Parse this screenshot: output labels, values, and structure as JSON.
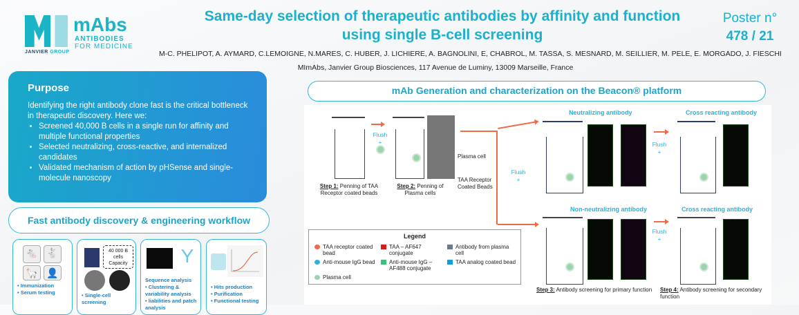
{
  "logo": {
    "mark": "MI",
    "name": "mAbs",
    "tagline1": "ANTIBODIES",
    "tagline2": "FOR MEDICINE",
    "group1": "JANVIER",
    "group2": "GROUP"
  },
  "header": {
    "title_line1": "Same-day selection of therapeutic antibodies by affinity and function",
    "title_line2": "using single B-cell screening",
    "poster_label": "Poster n°",
    "poster_number": "478 / 21",
    "authors": "M-C. PHELIPOT, A. AYMARD, C.LEMOIGNE, N.MARES, C. HUBER, J. LICHIERE, A. BAGNOLINI, E, CHABROL, M. TASSA, S. MESNARD, M. SEILLIER,  M. PELE, E. MORGADO, J. FIESCHI",
    "affiliation": "MImAbs, Janvier Group Biosciences, 117 Avenue de Luminy, 13009 Marseille, France"
  },
  "purpose": {
    "title": "Purpose",
    "intro": "Identifying the right antibody clone fast is the critical bottleneck in therapeutic discovery. Here we:",
    "bullets": [
      "Screened 40,000 B cells in a single run for affinity and multiple functional properties",
      "Selected neutralizing, cross-reactive, and internalized candidates",
      "Validated mechanism of action by pHSense and single-molecule nanoscopy"
    ]
  },
  "workflow": {
    "title": "Fast antibody discovery & engineering workflow",
    "cards": [
      {
        "items": [
          "Immunization",
          "Serum testing"
        ]
      },
      {
        "capacity": "40 000 B cells Capacity",
        "items": [
          "Single-cell screening"
        ]
      },
      {
        "heading": "Sequence analysis",
        "items": [
          "Clustering & variability analysis",
          "liabilities and patch analysis"
        ]
      },
      {
        "items": [
          "Hits production",
          "Purification",
          "Functional testing"
        ]
      }
    ]
  },
  "diagram": {
    "title": "mAb Generation and characterization on the Beacon® platform",
    "flush": "Flush",
    "plus": "+",
    "step1_label": "Step 1:",
    "step1_text": "Penning of TAA Receptor coated beads",
    "step2_label": "Step 2:",
    "step2_text": "Penning of Plasma cells",
    "plasma_cell": "Plasma cell",
    "taa_beads": "TAA Receptor Coated Beads",
    "neutralizing": "Neutralizing antibody",
    "non_neutralizing": "Non-neutralizing antibody",
    "cross_reacting": "Cross reacting antibody",
    "step3_label": "Step 3:",
    "step3_text": "Antibody screening for primary function",
    "step4_label": "Step 4:",
    "step4_text": "Antibody screening for secondary function",
    "legend": {
      "title": "Legend",
      "items": [
        "TAA receptor coated bead",
        "TAA – AF647 conjugate",
        "Antibody from plasma cell",
        "Anti-mouse IgG bead",
        "Anti-mouse IgG – AF488 conjugate",
        "TAA analog coated bead",
        "Plasma cell"
      ],
      "colors": [
        "#f06a48",
        "#d0201c",
        "#6a7a8a",
        "#2bb3d8",
        "#3cc07a",
        "#1a9be0",
        "#9bd3ad"
      ]
    }
  }
}
